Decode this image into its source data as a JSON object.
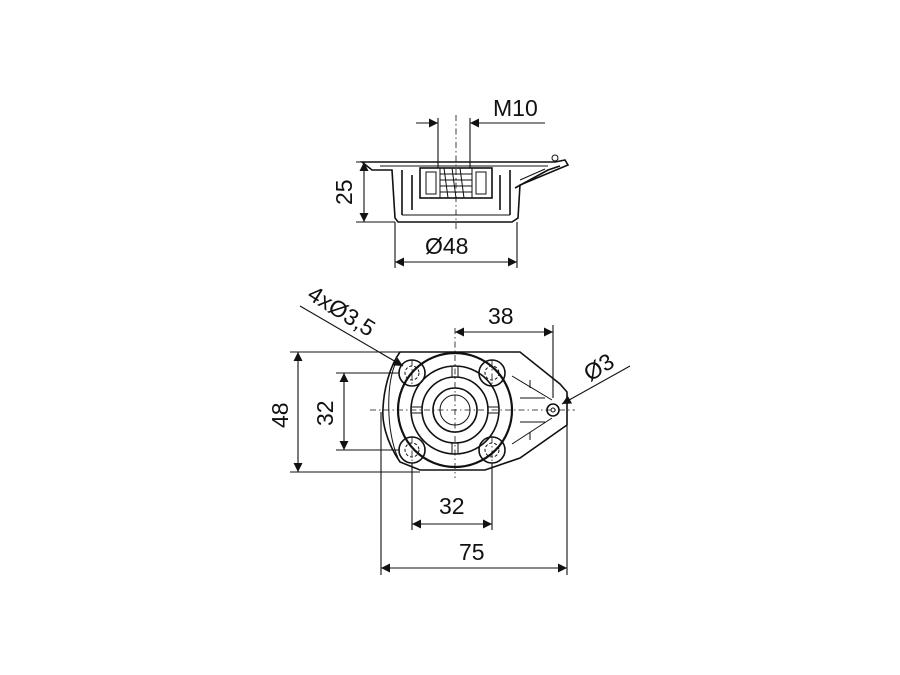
{
  "dimensions": {
    "thread": "M10",
    "height": "25",
    "base_diameter": "Ø48",
    "holes": "4xØ3,5",
    "offset": "38",
    "pin_hole": "Ø3",
    "outer_height": "48",
    "hole_spacing_vertical": "32",
    "hole_spacing_horizontal": "32",
    "overall_length": "75"
  }
}
